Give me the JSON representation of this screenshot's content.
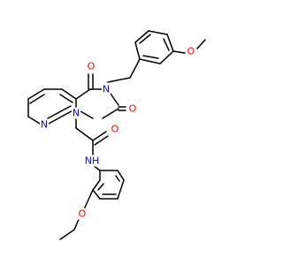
{
  "molecule": {
    "atoms": {
      "O_carbonyl4": {
        "symbol": "O",
        "color": "#ff0000"
      },
      "O_methoxy": {
        "symbol": "O",
        "color": "#ff0000"
      },
      "N3": {
        "symbol": "N",
        "color": "#0000ff"
      },
      "O_carbonyl2": {
        "symbol": "O",
        "color": "#ff0000"
      },
      "N_pyridine": {
        "symbol": "N",
        "color": "#0000ff"
      },
      "N1": {
        "symbol": "N",
        "color": "#0000ff"
      },
      "O_amide": {
        "symbol": "O",
        "color": "#ff0000"
      },
      "NH_amide": {
        "symbol": "NH",
        "color": "#0000ff"
      },
      "H_amide": {
        "symbol": "H",
        "color": "#0000ff"
      },
      "O_ethoxy": {
        "symbol": "O",
        "color": "#ff0000"
      }
    },
    "bond_color": "#000000"
  }
}
